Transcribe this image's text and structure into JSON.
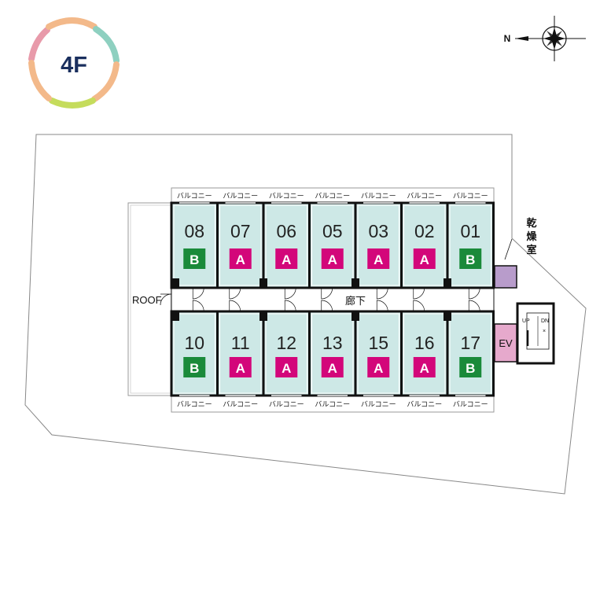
{
  "floor": {
    "label": "4F"
  },
  "compass": {
    "north_label": "N"
  },
  "labels": {
    "roof": "ROOF",
    "corridor": "廊下",
    "drying_room_line1": "乾",
    "drying_room_line2": "燥",
    "drying_room_line3": "室",
    "ev": "EV",
    "stairs_up": "UP",
    "stairs_down": "DN",
    "stairs_mark": "×"
  },
  "balcony_label": "バルコニー",
  "colors": {
    "unit_fill": "#cde8e6",
    "type_a": "#d3067a",
    "type_b": "#1a8a3a",
    "ev_fill": "#e6a9cc",
    "drying_fill": "#b89ccb"
  },
  "top_row": [
    {
      "number": "08",
      "type": "B"
    },
    {
      "number": "07",
      "type": "A"
    },
    {
      "number": "06",
      "type": "A"
    },
    {
      "number": "05",
      "type": "A"
    },
    {
      "number": "03",
      "type": "A"
    },
    {
      "number": "02",
      "type": "A"
    },
    {
      "number": "01",
      "type": "B"
    }
  ],
  "bottom_row": [
    {
      "number": "10",
      "type": "B"
    },
    {
      "number": "11",
      "type": "A"
    },
    {
      "number": "12",
      "type": "A"
    },
    {
      "number": "13",
      "type": "A"
    },
    {
      "number": "15",
      "type": "A"
    },
    {
      "number": "16",
      "type": "A"
    },
    {
      "number": "17",
      "type": "B"
    }
  ]
}
